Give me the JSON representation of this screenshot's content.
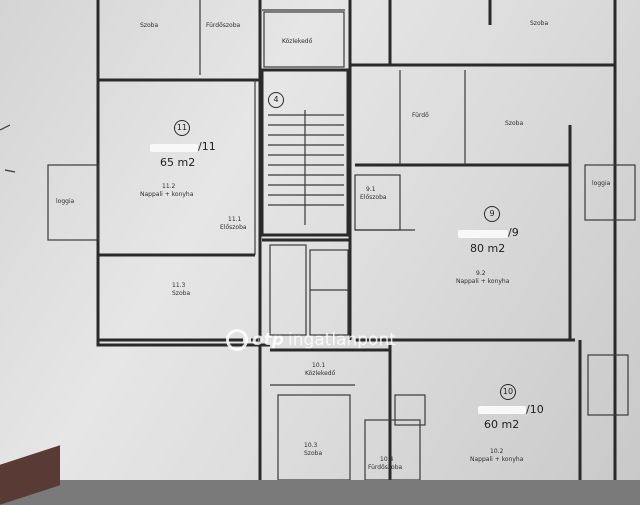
{
  "units": [
    {
      "id": "unit-11",
      "number": "11",
      "suffix": "/11",
      "area": "65 m2"
    },
    {
      "id": "unit-9",
      "number": "9",
      "suffix": "/9",
      "area": "80 m2"
    },
    {
      "id": "unit-10",
      "number": "10",
      "suffix": "/10",
      "area": "60 m2"
    }
  ],
  "stair_number": "4",
  "rooms": {
    "r11_2": "11.2",
    "r11_2_name": "Nappali + konyha",
    "r11_3": "11.3",
    "r11_3_name": "Szoba",
    "r11_1": "11.1",
    "r11_1_name": "Előszoba",
    "r9_1": "9.1",
    "r9_1_name": "Előszoba",
    "r9_2": "9.2",
    "r9_2_name": "Nappali + konyha",
    "r10_1": "10.1",
    "r10_1_name": "Közlekedő",
    "r10_2": "10.2",
    "r10_2_name": "Nappali + konyha",
    "r10_3": "10.3",
    "r10_3_name": "Szoba",
    "r10_4": "10.4",
    "r10_4_name": "Fürdőszoba",
    "r_loggia_left": "loggia",
    "r_loggia_right": "loggia",
    "r_top_a": "Szoba",
    "r_top_b": "Fürdőszoba",
    "r_top_c": "Közlekedő",
    "r_top_d": "Szoba",
    "r_top_e": "Szoba",
    "r_mid_a": "Fürdő"
  },
  "watermark": {
    "brand": "otp",
    "site": "ingatlanpont"
  },
  "colors": {
    "paper": "#dcdcdc",
    "ink": "#2a2a2a",
    "watermark": "#ffffff"
  }
}
